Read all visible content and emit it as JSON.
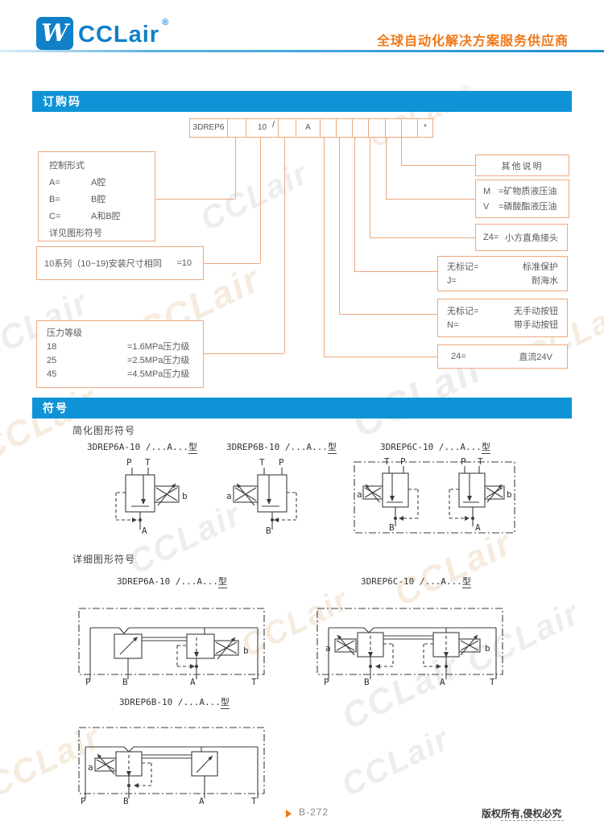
{
  "header": {
    "brand": "CCLair",
    "reg": "®",
    "logo_glyph": "W",
    "tagline": "全球自动化解决方案服务供应商"
  },
  "colors": {
    "brand_blue": "#1080c8",
    "section_bar_blue": "#0f93d6",
    "tagline_orange": "#f07818",
    "diagram_line_orange": "#eca87c"
  },
  "bars": {
    "ordering": "订购码",
    "symbols": "符号"
  },
  "order_code": {
    "cells": [
      "3DREP6",
      "",
      "10",
      "",
      "A",
      "",
      "",
      "",
      "",
      "",
      "",
      "*"
    ],
    "slash": "/"
  },
  "boxes": {
    "control": {
      "title": "控制形式",
      "rows": [
        [
          "A=",
          "A腔"
        ],
        [
          "B=",
          "B腔"
        ],
        [
          "C=",
          "A和B腔"
        ]
      ],
      "footer": "详见图形符号"
    },
    "series": {
      "text": "10系列（10~19)安装尺寸相同",
      "value": "=10"
    },
    "pressure": {
      "title": "压力等级",
      "rows": [
        [
          "18",
          "=1.6MPa压力级"
        ],
        [
          "25",
          "=2.5MPa压力级"
        ],
        [
          "45",
          "=4.5MPa压力级"
        ]
      ]
    },
    "other": {
      "text": "其他说明"
    },
    "fluid": {
      "rows": [
        [
          "M",
          "=矿物质液压油"
        ],
        [
          "V",
          "=磷酸酯液压油"
        ]
      ]
    },
    "plug": {
      "rows": [
        [
          "Z4=",
          "小方直角接头"
        ]
      ]
    },
    "protection": {
      "rows": [
        [
          "无标记=",
          "标准保护"
        ],
        [
          "J=",
          "耐海水"
        ]
      ]
    },
    "manual": {
      "rows": [
        [
          "无标记=",
          "无手动按钮"
        ],
        [
          "N=",
          "带手动按钮"
        ]
      ]
    },
    "voltage": {
      "rows": [
        [
          "24=",
          "直流24V"
        ]
      ]
    }
  },
  "symbols": {
    "simplified_label": "简化图形符号",
    "detailed_label": "详细图形符号"
  },
  "captions": {
    "sa": {
      "model": "3DREP6A-10 /...A...",
      "type": "型"
    },
    "sb": {
      "model": "3DREP6B-10 /...A...",
      "type": "型"
    },
    "sc": {
      "model": "3DREP6C-10 /...A...",
      "type": "型"
    },
    "da": {
      "model": "3DREP6A-10 /...A...",
      "type": "型"
    },
    "dc": {
      "model": "3DREP6C-10 /...A...",
      "type": "型"
    },
    "db": {
      "model": "3DREP6B-10 /...A...",
      "type": "型"
    }
  },
  "sym": {
    "sa": {
      "p": "P",
      "t": "T",
      "sol": "b",
      "port": "A"
    },
    "sb": {
      "t": "T",
      "p": "P",
      "sol": "a",
      "port": "B"
    },
    "sc_l": {
      "t": "T",
      "p": "P",
      "sol": "a",
      "port": "B"
    },
    "sc_r": {
      "p": "P",
      "t": "T",
      "sol": "b",
      "port": "A"
    },
    "da": {
      "p": "P",
      "b": "B",
      "a": "A",
      "t": "T",
      "sol": "b"
    },
    "dc": {
      "p": "P",
      "b": "B",
      "a": "A",
      "t": "T",
      "sol_a": "a",
      "sol_b": "b"
    },
    "db": {
      "p": "P",
      "b": "B",
      "a": "A",
      "t": "T",
      "sol": "a"
    }
  },
  "footer": {
    "page": "B-272",
    "copyright": "版权所有,侵权必究"
  },
  "watermark": {
    "text": "CCLair",
    "reg": "®"
  }
}
